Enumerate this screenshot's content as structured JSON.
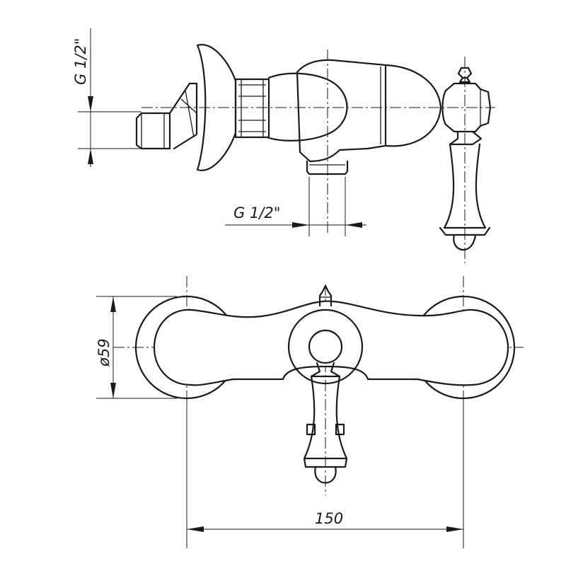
{
  "drawing": {
    "side_view": {
      "inlet_thread_label": "G 1/2\"",
      "outlet_thread_label": "G 1/2\""
    },
    "front_view": {
      "flange_diameter_label": "ø59",
      "center_distance_label": "150"
    }
  }
}
